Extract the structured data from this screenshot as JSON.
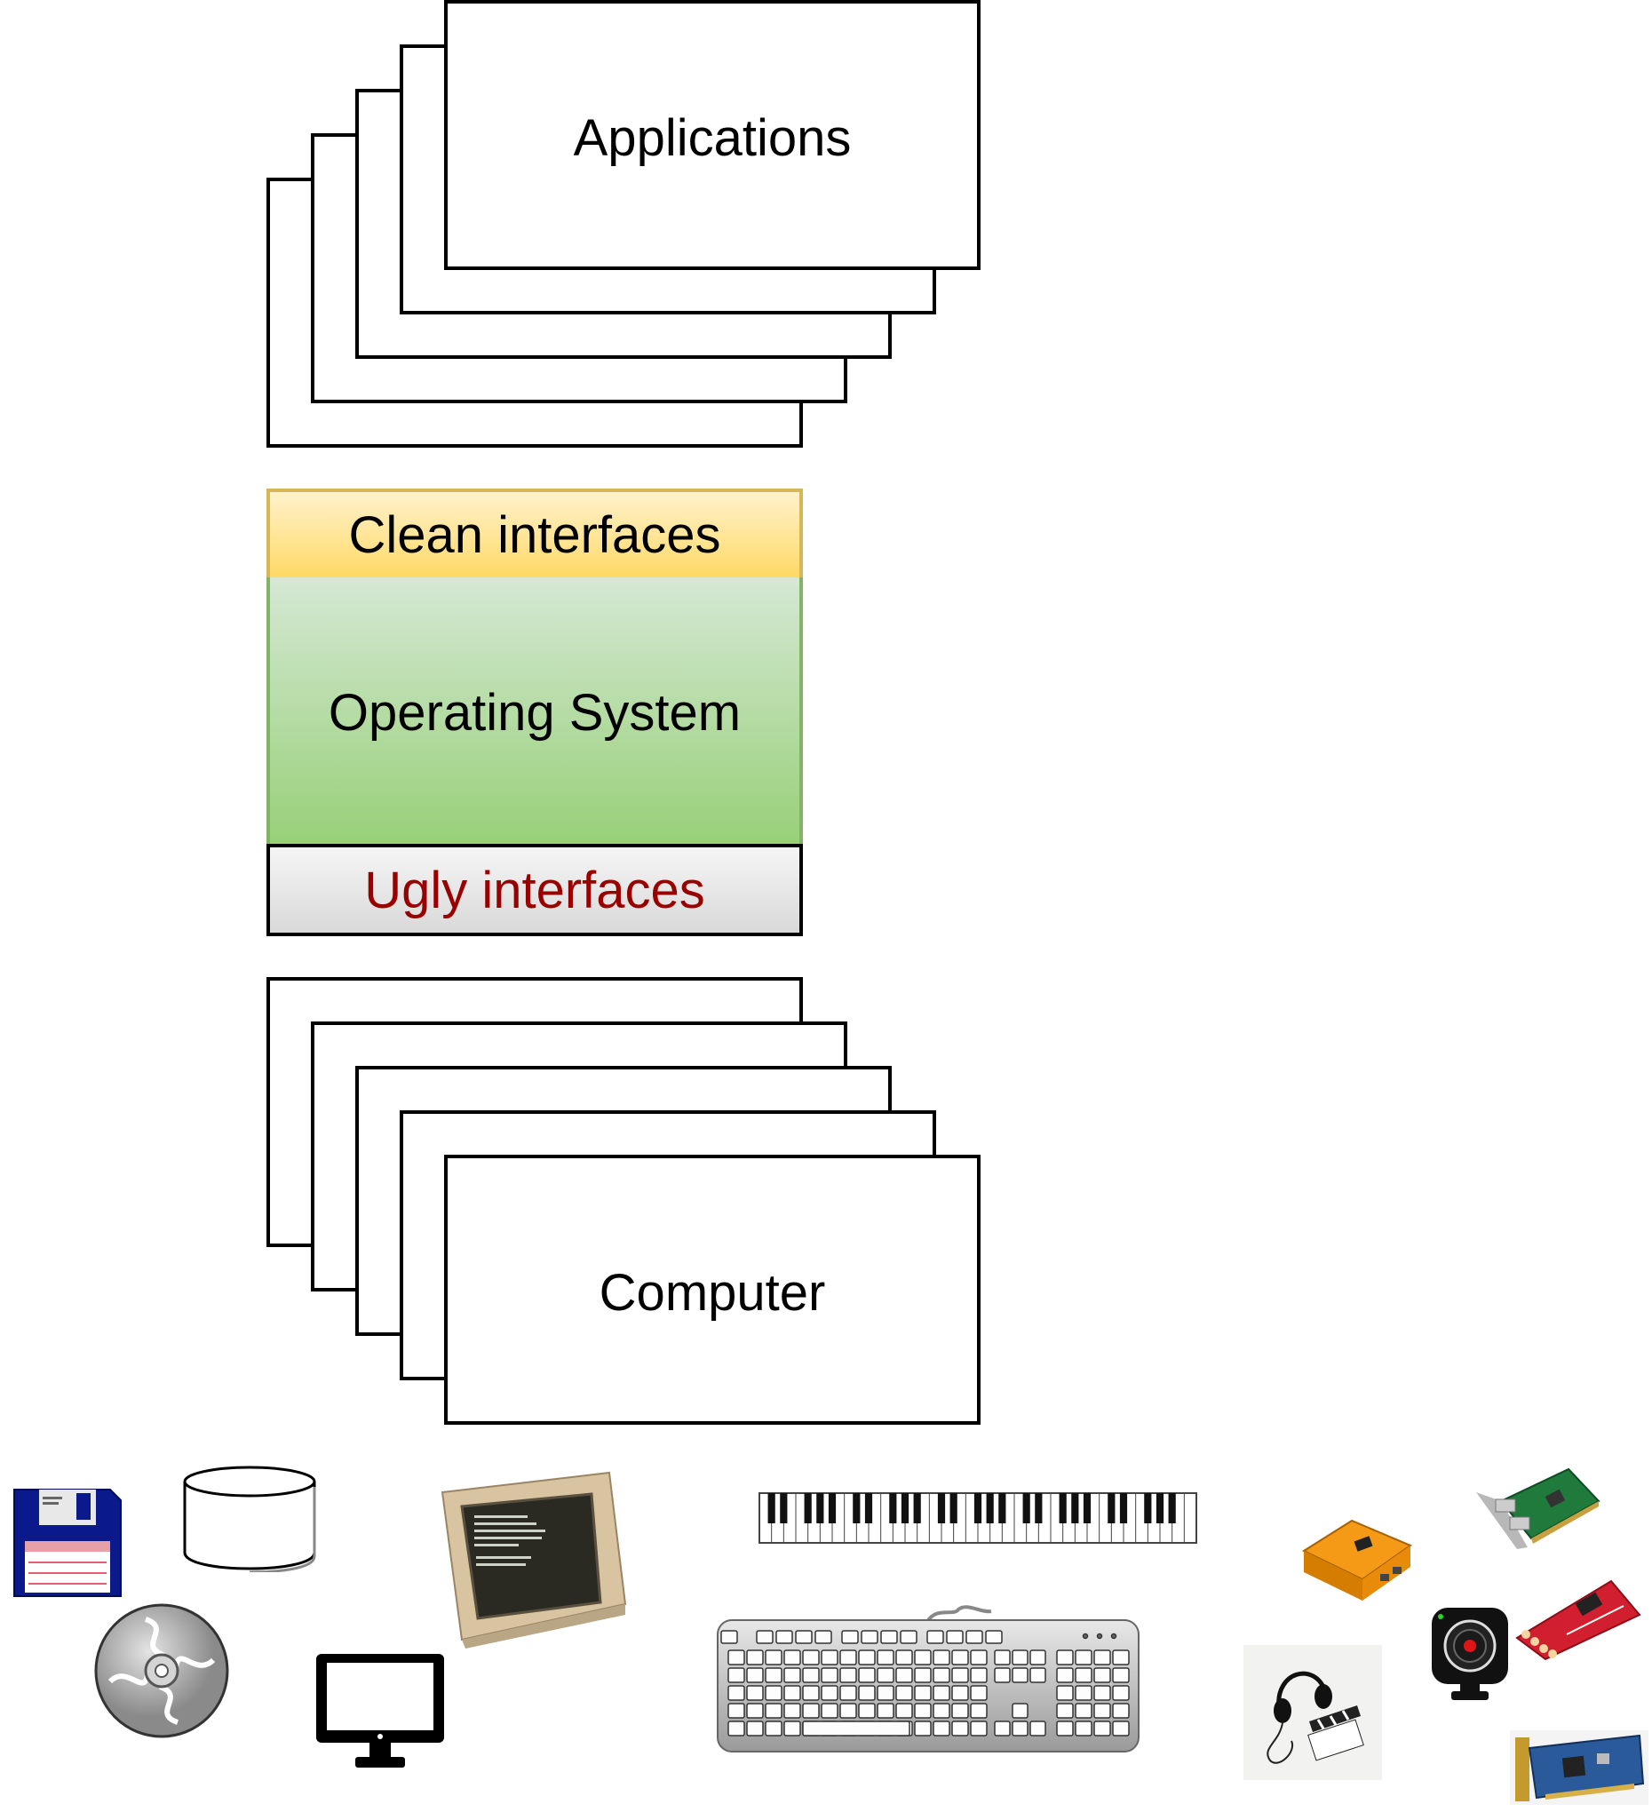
{
  "applications": {
    "label": "Applications"
  },
  "os_stack": {
    "clean": {
      "label": "Clean interfaces",
      "color_top": "#fff2cc",
      "color_bottom": "#ffd966",
      "border": "#d6b656"
    },
    "os": {
      "label": "Operating System",
      "color_top": "#d5e8d4",
      "color_bottom": "#97d077"
    },
    "ugly": {
      "label": "Ugly interfaces",
      "text_color": "#990000",
      "color_top": "#f5f5f5",
      "color_bottom": "#d9d9d9"
    }
  },
  "computer": {
    "label": "Computer"
  },
  "devices": [
    "floppy-disk-icon",
    "disk-drive-icon",
    "cd-rom-icon",
    "monitor-icon",
    "crt-terminal-icon",
    "piano-keyboard-icon",
    "computer-keyboard-icon",
    "network-card-icon",
    "relay-board-icon",
    "headset-icon",
    "webcam-icon",
    "sensor-board-icon",
    "pci-card-icon"
  ]
}
